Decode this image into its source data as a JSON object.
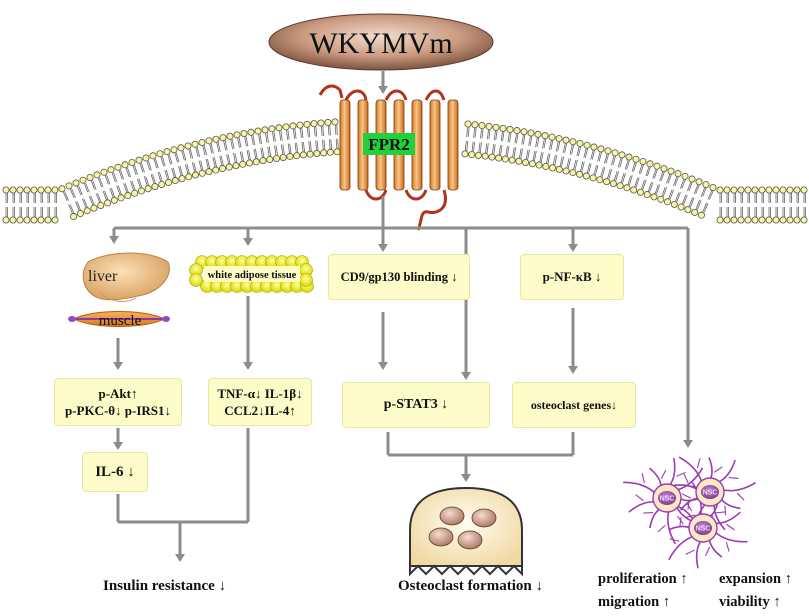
{
  "ligand": {
    "label": "WKYMVm",
    "color": "#8a5a45"
  },
  "receptor": {
    "label": "FPR2",
    "label_color": "#22d13a",
    "helix_color": "#f2a55c",
    "loop_color": "#b2331b"
  },
  "tissues": {
    "liver": "liver",
    "muscle": "muscle",
    "adipose": "white adipose tissue"
  },
  "boxes": {
    "cd9": "CD9/gp130 blinding ↓",
    "nfkb": "p-NF-κB ↓",
    "akt_line1": "p-Akt↑",
    "akt_line2": "p-PKC-θ↓ p-IRS1↓",
    "tnf_line1": "TNF-α↓ IL-1β↓",
    "tnf_line2": "CCL2↓IL-4↑",
    "stat3": "p-STAT3 ↓",
    "genes": "osteoclast genes↓",
    "il6": "IL-6 ↓"
  },
  "cells": {
    "nsc": "NSC"
  },
  "outcomes": {
    "insulin": "Insulin resistance ↓",
    "osteoclast": "Osteoclast formation ↓",
    "proliferation": "proliferation ↑",
    "expansion": "expansion ↑",
    "migration": "migration ↑",
    "viability": "viability ↑"
  }
}
